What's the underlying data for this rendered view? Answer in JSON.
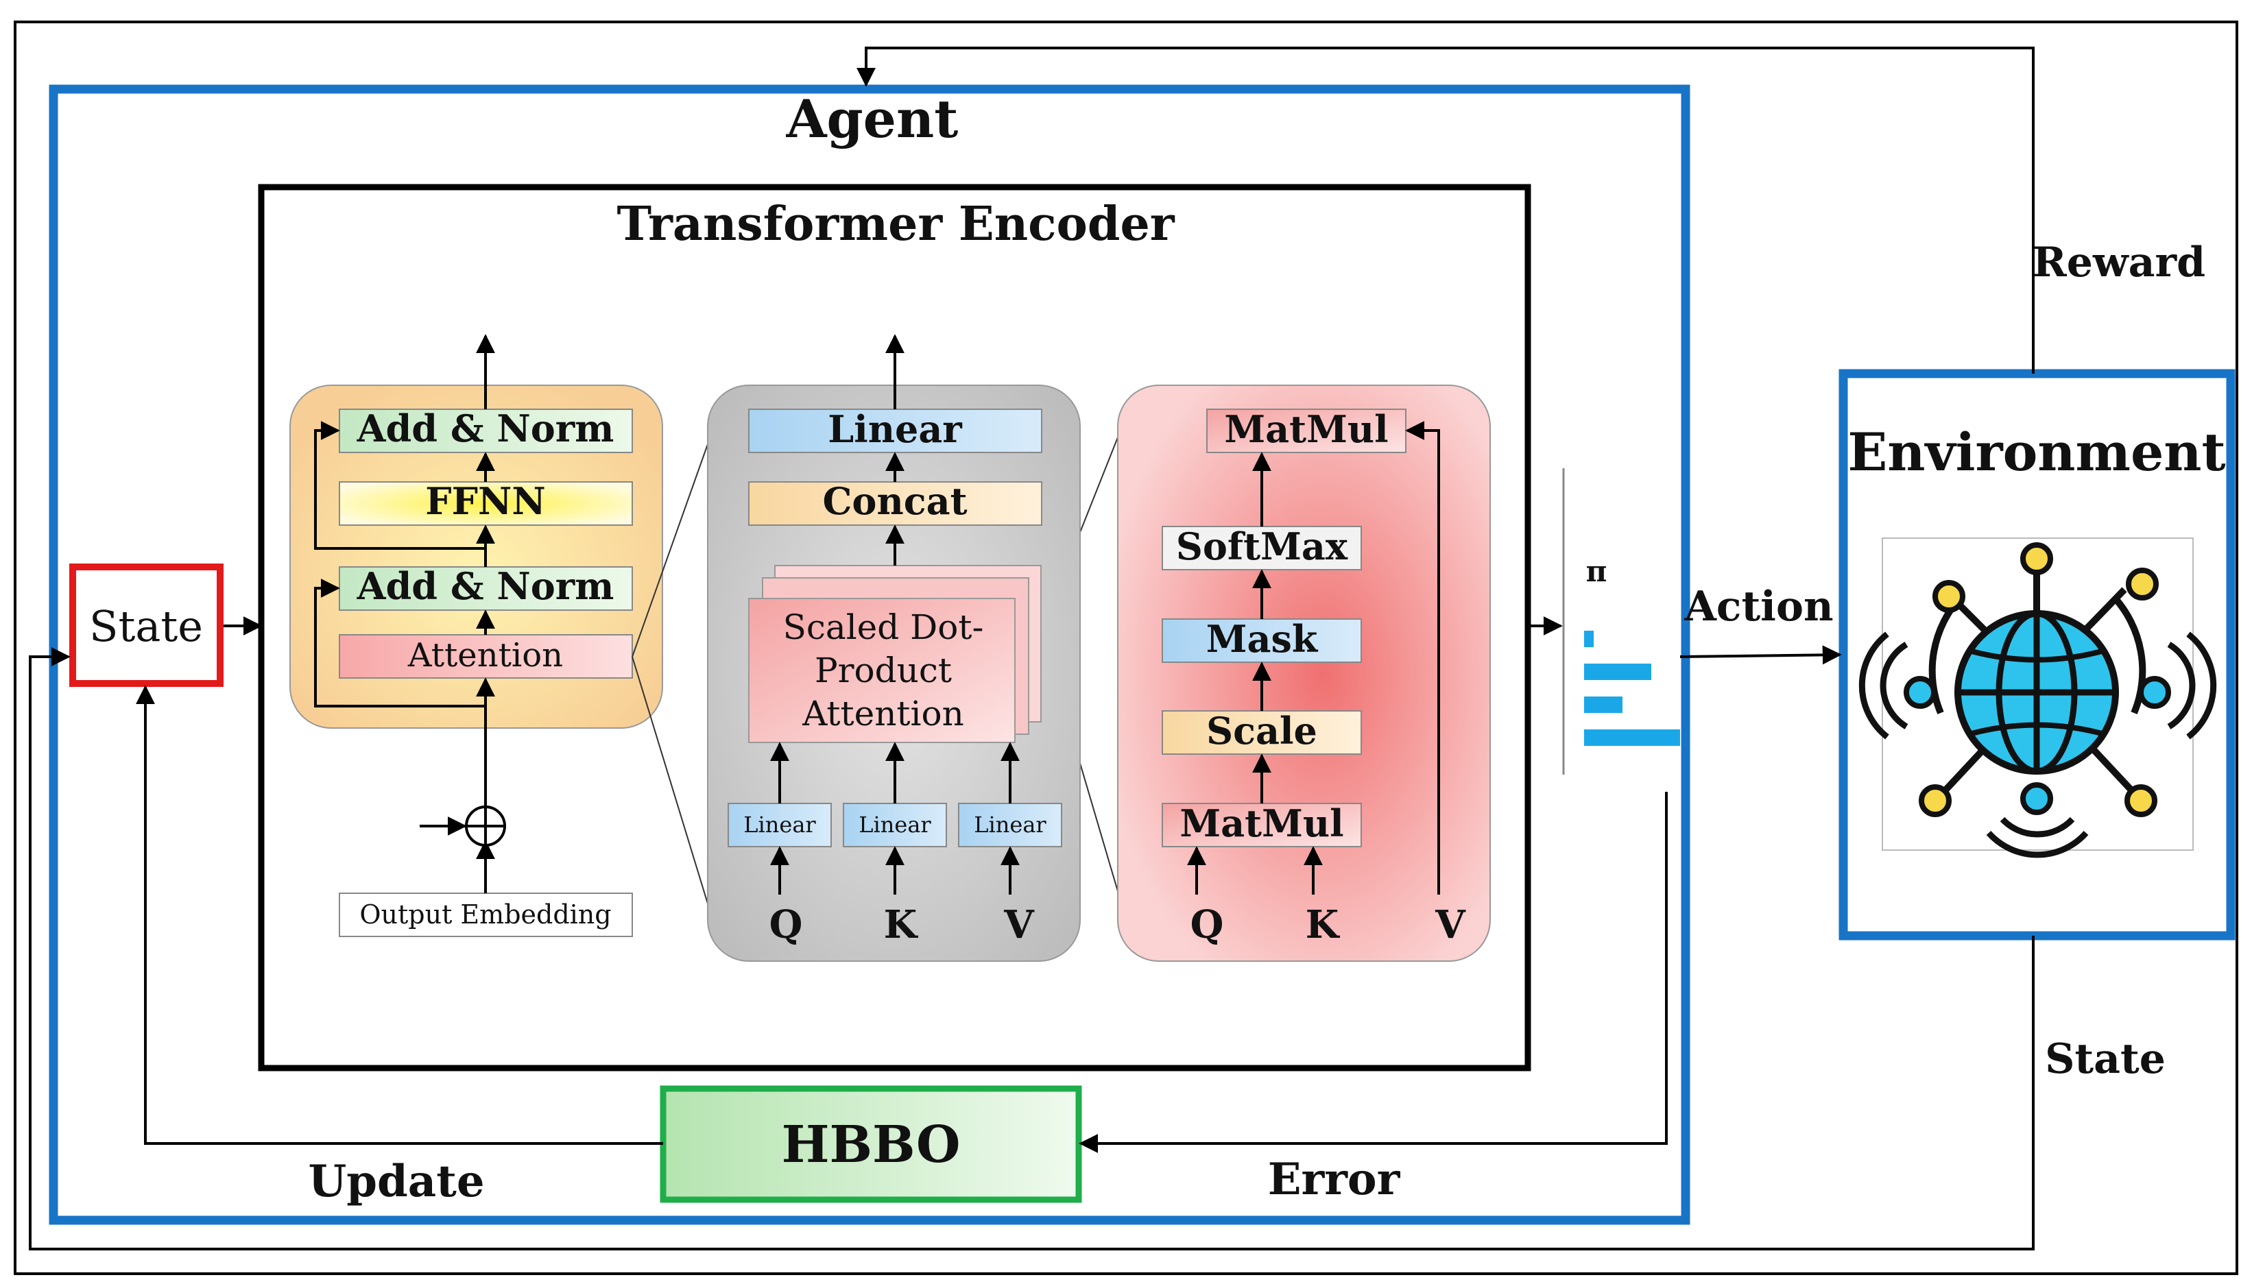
{
  "agent": {
    "title": "Agent"
  },
  "encoder": {
    "title": "Transformer Encoder"
  },
  "encoder_block": {
    "add_norm_top": "Add & Norm",
    "ffnn": "FFNN",
    "add_norm_bottom": "Add & Norm",
    "attention": "Attention",
    "output_embedding": "Output Embedding"
  },
  "multihead": {
    "linear_top": "Linear",
    "concat": "Concat",
    "sdpa_line1": "Scaled Dot-",
    "sdpa_line2": "Product",
    "sdpa_line3": "Attention",
    "linear_q": "Linear",
    "linear_k": "Linear",
    "linear_v": "Linear",
    "q": "Q",
    "k": "K",
    "v": "V"
  },
  "sdpa_block": {
    "matmul_top": "MatMul",
    "softmax": "SoftMax",
    "mask": "Mask",
    "scale": "Scale",
    "matmul_bottom": "MatMul",
    "q": "Q",
    "k": "K",
    "v": "V"
  },
  "policy": {
    "symbol": "π",
    "bar_values": [
      0.1,
      0.7,
      0.4,
      1.0
    ],
    "bar_color": "#1aa7e8"
  },
  "state_box": {
    "label": "State"
  },
  "hbbo": {
    "label": "HBBO"
  },
  "environment": {
    "title": "Environment",
    "icon": "globe-network-icon"
  },
  "flows": {
    "reward": "Reward",
    "action": "Action",
    "state": "State",
    "update": "Update",
    "error": "Error"
  },
  "colors": {
    "agent_border": "#1874c6",
    "env_border": "#1874c6",
    "state_border": "#e21a1a",
    "hbbo_border": "#1fae4a"
  }
}
